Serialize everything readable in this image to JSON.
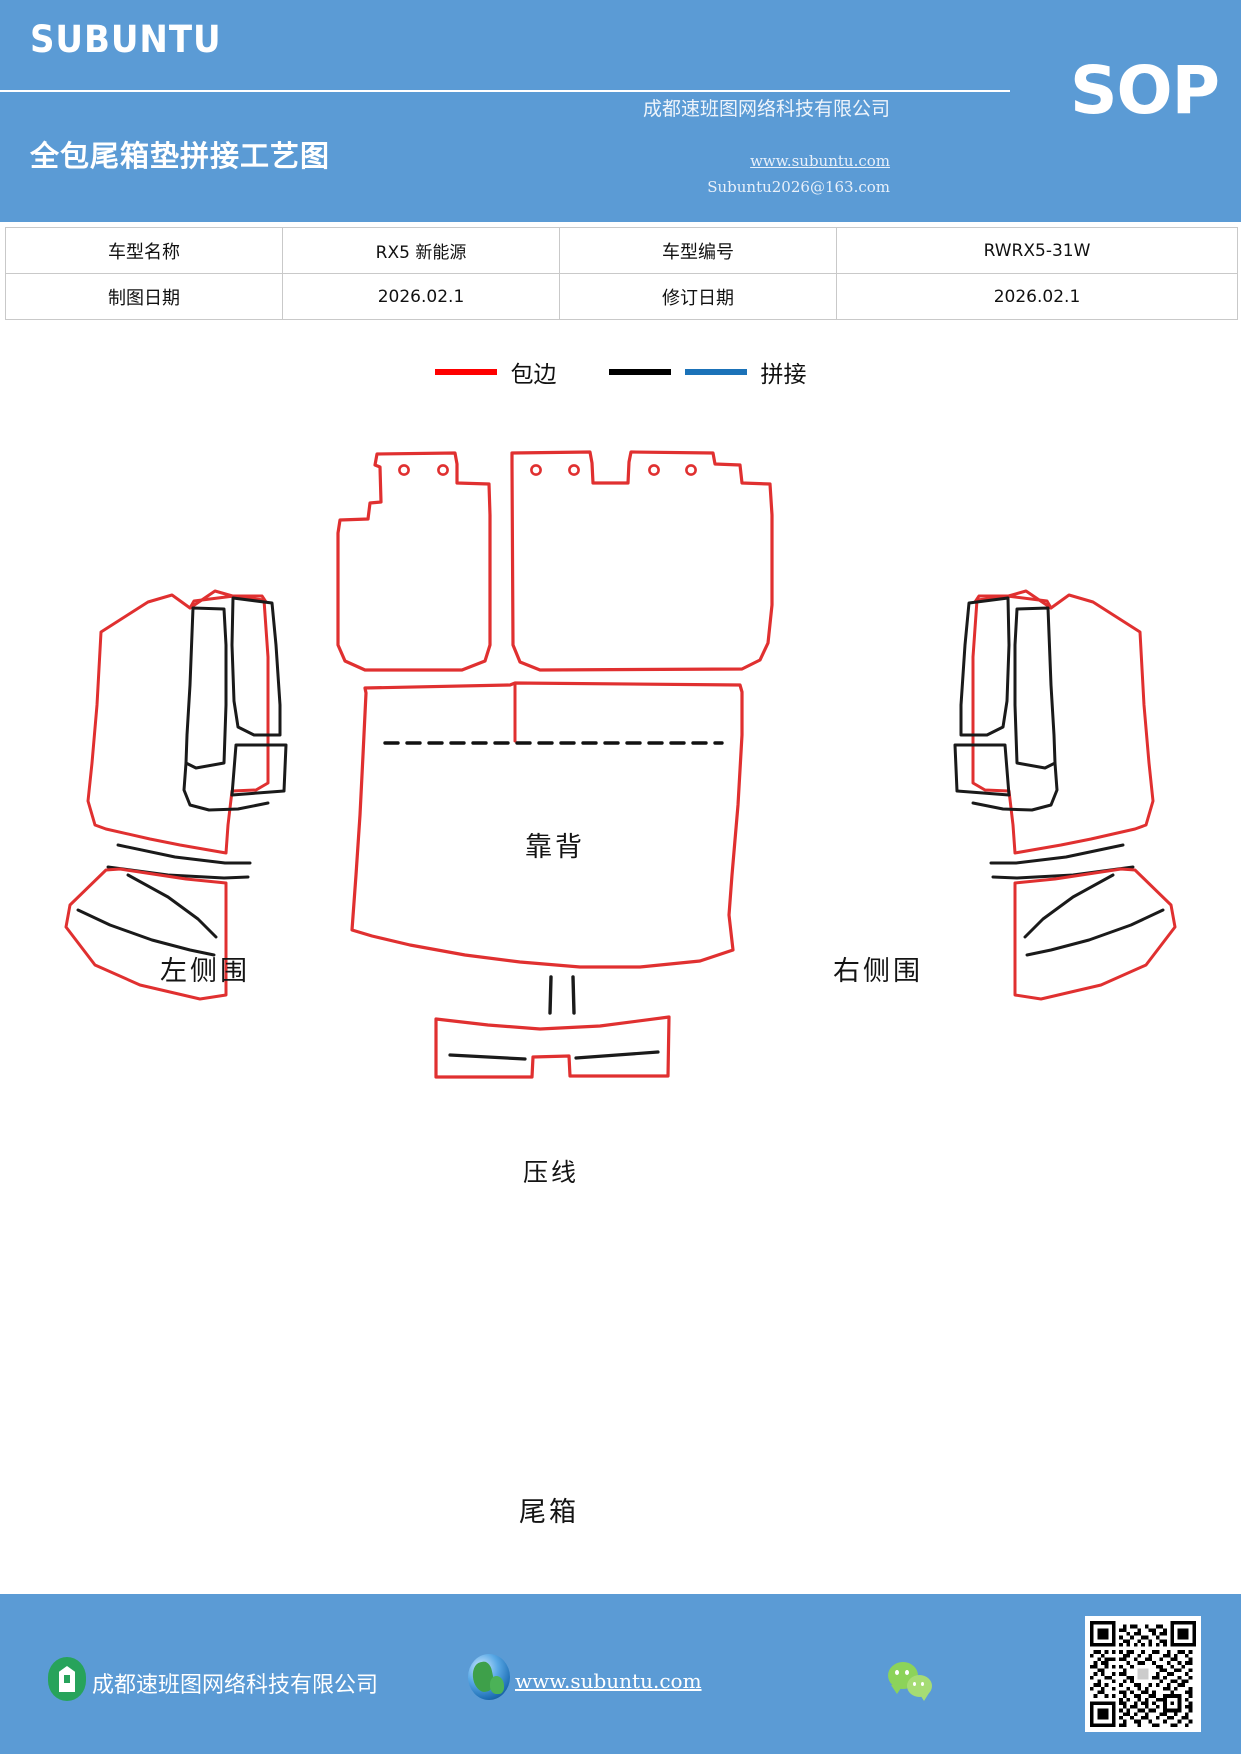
{
  "header": {
    "brand": "SUBUNTU",
    "doc_title": "全包尾箱垫拼接工艺图",
    "company": "成都速班图网络科技有限公司",
    "badge": "SOP",
    "url": "www.subuntu.com",
    "email": "Subuntu2026@163.com",
    "bg_color": "#5b9bd5"
  },
  "info_table": {
    "rows": [
      {
        "label1": "车型名称",
        "value1": "RX5  新能源",
        "label2": "车型编号",
        "value2": "RWRX5-31W"
      },
      {
        "label1": "制图日期",
        "value1": "2026.02.1",
        "label2": "修订日期",
        "value2": "2026.02.1"
      }
    ]
  },
  "legend": {
    "items": [
      {
        "color": "#fe0000",
        "label": "包边"
      },
      {
        "color": "#000000",
        "label": ""
      },
      {
        "color": "#1b72b8",
        "label": "拼接"
      }
    ],
    "binding_label": "包边",
    "splice_label": "拼接"
  },
  "diagram": {
    "labels": {
      "backrest": "靠背",
      "left_side": "左侧围",
      "right_side": "右侧围",
      "press_line": "压线",
      "trunk": "尾箱"
    },
    "line_colors": {
      "binding": "#e03030",
      "splice": "#1a1a1a",
      "blue_splice": "#1b72b8"
    }
  },
  "footer": {
    "company": "成都速班图网络科技有限公司",
    "url": "www.subuntu.com",
    "bg_color": "#5b9bd5"
  }
}
